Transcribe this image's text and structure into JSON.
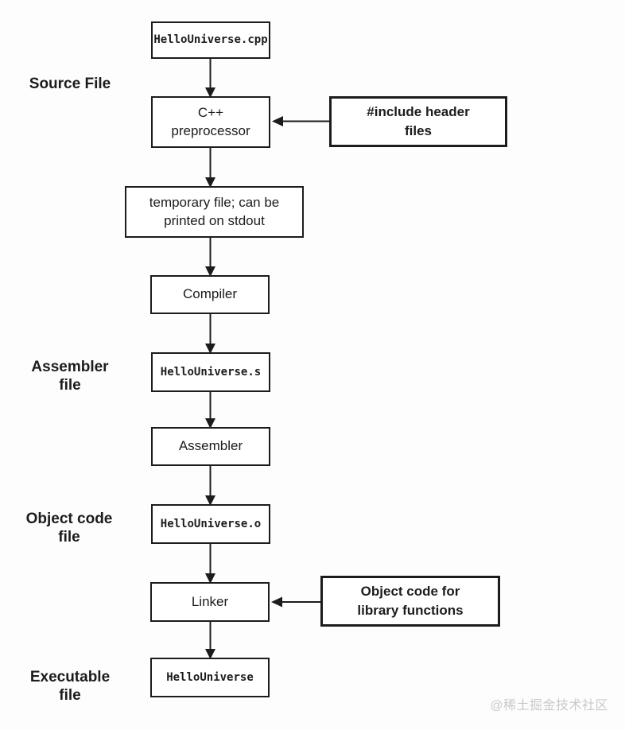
{
  "diagram": {
    "title_semantics": "C++ compilation pipeline flowchart",
    "side_labels": {
      "source_file": "Source File",
      "assembler_file": "Assembler\nfile",
      "object_code_file": "Object code\nfile",
      "executable_file": "Executable\nfile"
    },
    "nodes": {
      "source": "HelloUniverse.cpp",
      "preprocessor": "C++\npreprocessor",
      "include_headers": "#include header\nfiles",
      "temp_file": "temporary file; can be\nprinted on stdout",
      "compiler": "Compiler",
      "assembly": "HelloUniverse.s",
      "assembler": "Assembler",
      "object": "HelloUniverse.o",
      "linker": "Linker",
      "library_objects": "Object code for\nlibrary functions",
      "executable": "HelloUniverse"
    },
    "watermark": "@稀土掘金技术社区",
    "colors": {
      "line": "#1c1c1c",
      "text": "#1c1c1c",
      "watermark": "#c9c9c9",
      "background": "#fdfdfd"
    }
  }
}
